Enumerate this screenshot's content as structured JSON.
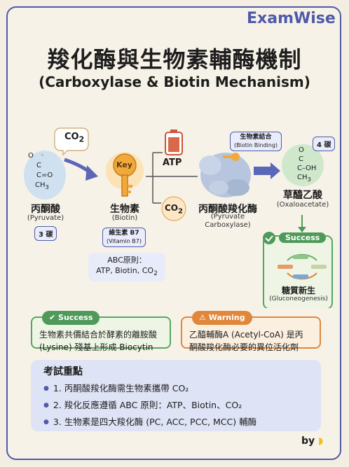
{
  "brand": "ExamWise",
  "title": "羧化酶與生物素輔酶機制",
  "subtitle": "(Carboxylase & Biotin Mechanism)",
  "molecules": {
    "pyruvate": {
      "zh": "丙酮酸",
      "en": "(Pyruvate)",
      "carbons": "3 碳",
      "formula_o1": "O",
      "formula_c1": "C",
      "formula_o2": "O",
      "formula_c2": "C=O",
      "formula_ch3": "CH",
      "formula_ch3_sub": "3"
    },
    "co2_left": {
      "text": "CO",
      "sub": "2"
    },
    "biotin": {
      "zh": "生物素",
      "en": "(Biotin)",
      "key": "Key",
      "vitamin_zh": "維生素 B7",
      "vitamin_en": "(Vitamin B7)"
    },
    "atp": "ATP",
    "co2_right": {
      "text": "CO",
      "sub": "2"
    },
    "enzyme": {
      "zh": "丙酮酸羧化酶",
      "en1": "(Pyruvate",
      "en2": "Carboxylase)",
      "binding_zh": "生物素結合",
      "binding_en": "(Biotin Binding)"
    },
    "oxaloacetate": {
      "zh": "草醯乙酸",
      "en": "(Oxaloacetate)",
      "carbons": "4 碳",
      "formula_o": "O",
      "formula_c1": "C",
      "formula_c2": "C",
      "formula_oh": "–OH",
      "formula_ch3": "CH",
      "formula_ch3_sub": "3"
    },
    "gluconeogenesis": {
      "zh": "糖質新生",
      "en": "(Gluconeogenesis)",
      "badge": "Success"
    }
  },
  "abc": {
    "title": "ABC原則：",
    "line": "ATP, Biotin, CO",
    "sub": "2"
  },
  "notes": {
    "success": {
      "badge": "Success",
      "line1": "生物素共價結合於酵素的離胺酸",
      "line2": "(Lysine) 殘基上形成 Biocytin"
    },
    "warning": {
      "badge": "Warning",
      "line1": "乙醯輔酶A (Acetyl-CoA) 是丙",
      "line2": "酮酸羧化酶必要的異位活化劑"
    }
  },
  "exam": {
    "title": "考試重點",
    "items": [
      "1. 丙酮酸羧化酶需生物素攜帶 CO₂",
      "2. 羧化反應遵循 ABC 原則：ATP、Biotin、CO₂",
      "3. 生物素是四大羧化酶 (PC, ACC, PCC, MCC) 輔酶"
    ]
  },
  "signature": "by",
  "colors": {
    "accent": "#4f5aa8",
    "success": "#4f9a5a",
    "warning": "#e0873a",
    "key": "#f0a93a"
  }
}
